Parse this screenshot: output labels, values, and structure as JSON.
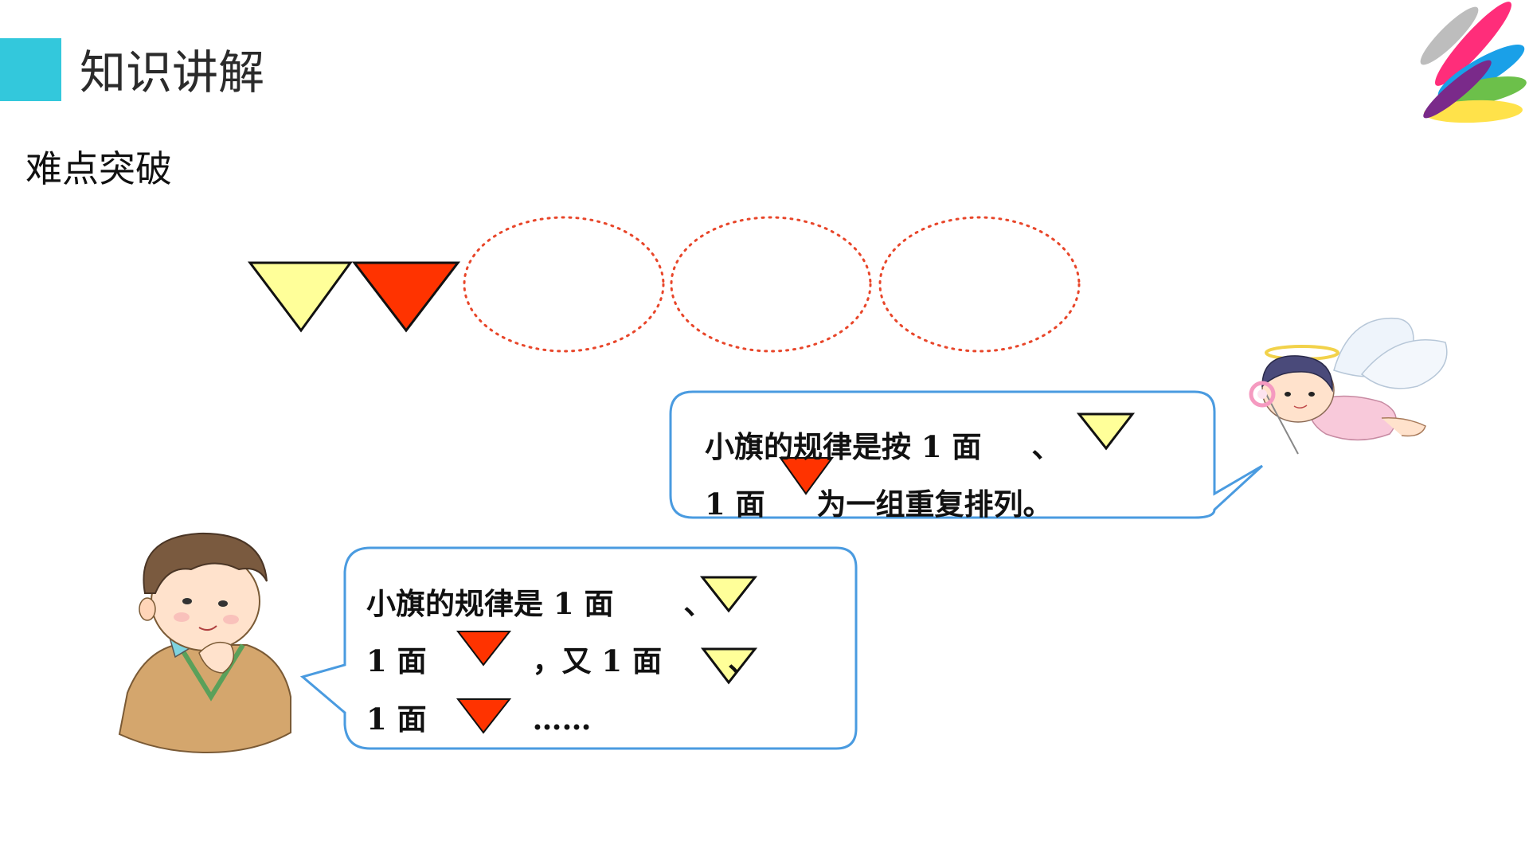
{
  "header": {
    "title": "知识讲解",
    "subtitle": "难点突破"
  },
  "colors": {
    "accent": "#33c8dc",
    "flag_yellow": "#ffff99",
    "flag_red": "#ff3300",
    "bubble_border": "#4a9be0",
    "dotted_circle": "#e8462a"
  },
  "flags_row": {
    "flags": [
      "yellow",
      "red"
    ],
    "empty_slots": 3
  },
  "angel_bubble": {
    "line1_a": "小旗的规律是按",
    "line1_num": "1",
    "line1_unit": "面",
    "line1_sep": "、",
    "line2_num": "1",
    "line2_unit": "面",
    "line2_rest": "为一组重复排列。"
  },
  "boy_bubble": {
    "line1_a": "小旗的规律是",
    "line1_num": "1",
    "line1_unit": "面",
    "line1_sep": "、",
    "line2_num": "1",
    "line2_unit": "面",
    "line2_mid": "，又",
    "line2_num2": "1",
    "line2_unit2": "面",
    "line2_sep": "、",
    "line3_num": "1",
    "line3_unit": "面",
    "line3_ellipsis": "……"
  },
  "icons": [
    "logo-brushstrokes-icon",
    "yellow-flag-icon",
    "red-flag-icon",
    "boy-illustration",
    "angel-illustration"
  ]
}
